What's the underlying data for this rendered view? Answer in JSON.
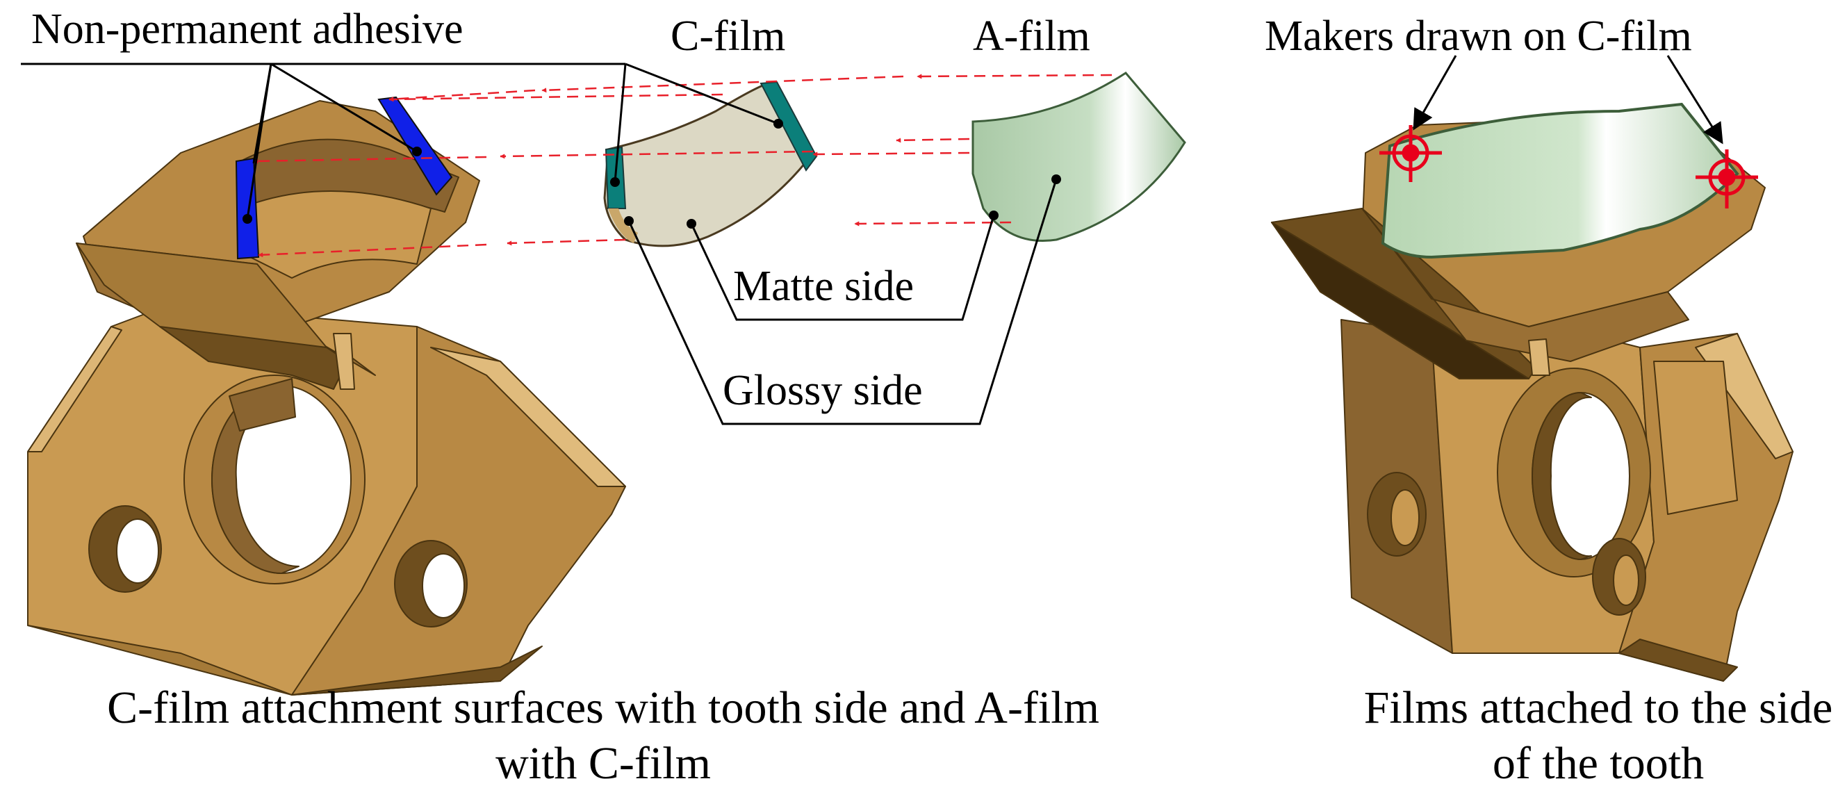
{
  "labels": {
    "adhesive": "Non-permanent adhesive",
    "c_film": "C-film",
    "a_film": "A-film",
    "markers": "Makers drawn on C-film",
    "matte": "Matte side",
    "glossy": "Glossy side"
  },
  "captions": {
    "left_line1": "C-film attachment surfaces with tooth side and A-film",
    "left_line2": "with C-film",
    "right_line1": "Films attached to the side",
    "right_line2": "of the tooth"
  },
  "colors": {
    "bronze": "#c99a52",
    "bronze_dark": "#8a6430",
    "bronze_light": "#ddb676",
    "adhesive": "#1020e8",
    "teal": "#0b7f7a",
    "c_film": "#dcd8c4",
    "a_film": "#b5d3b2",
    "arrow": "#e8202a",
    "marker": "#e8001c"
  }
}
